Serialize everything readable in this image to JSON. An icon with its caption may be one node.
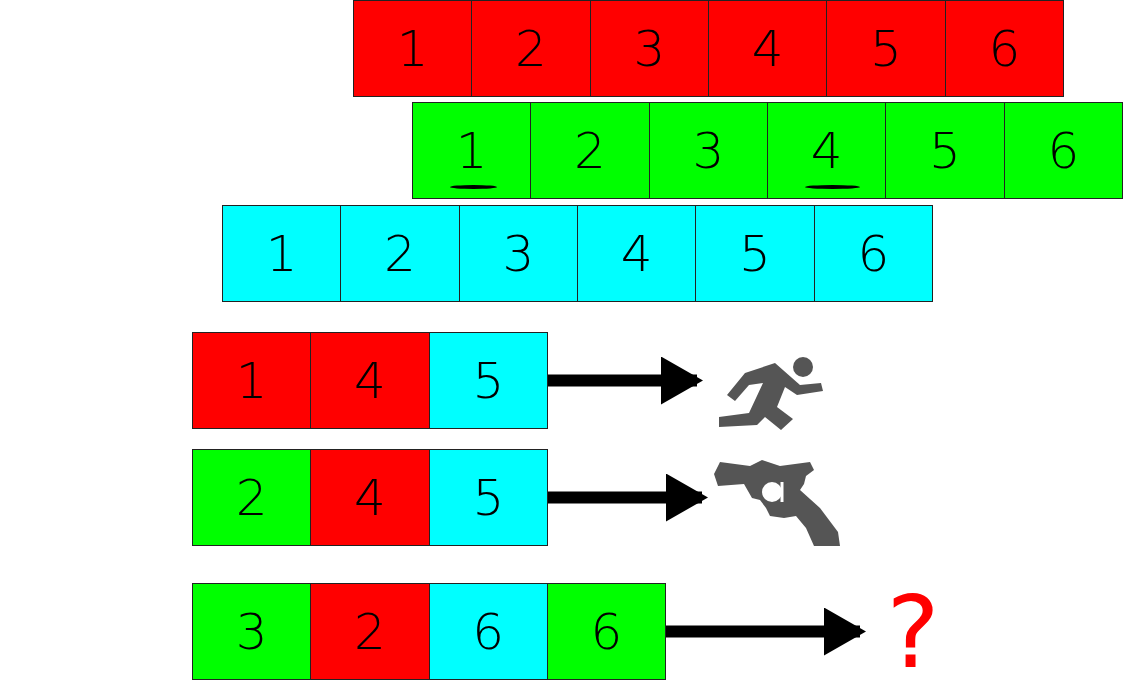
{
  "diagram": {
    "nodes": [
      {
        "text": [],
        "shape": "bar"
      },
      {
        "text": [
          "1"
        ],
        "in": 0
      },
      {
        "text": [
          "2"
        ],
        "in": 0
      },
      {
        "text": [
          "3"
        ],
        "in": 0
      },
      {
        "text": [
          "4"
        ],
        "in": 0
      },
      {
        "text": [
          "5"
        ],
        "in": 0
      },
      {
        "text": [
          "6"
        ],
        "in": 0
      },
      {
        "text": [],
        "shape": "bar"
      },
      {
        "text": [
          "1"
        ],
        "in": 7
      },
      {
        "text": [
          "2"
        ],
        "in": 7
      },
      {
        "text": [
          "3"
        ],
        "in": 7
      },
      {
        "text": [
          "4"
        ],
        "in": 7
      },
      {
        "text": [
          "5"
        ],
        "in": 7
      },
      {
        "text": [
          "6"
        ],
        "in": 7
      },
      {
        "text": [],
        "shape": "bar"
      },
      {
        "text": [
          "1"
        ],
        "in": 14
      },
      {
        "text": [
          "2"
        ],
        "in": 14
      },
      {
        "text": [
          "3"
        ],
        "in": 14
      },
      {
        "text": [
          "4"
        ],
        "in": 14
      },
      {
        "text": [
          "5"
        ],
        "in": 14
      },
      {
        "text": [
          "6"
        ],
        "in": 14
      },
      {
        "text": [],
        "shape": "bar"
      },
      {
        "text": [
          "1"
        ],
        "in": 21
      },
      {
        "text": [
          "4"
        ],
        "in": 21
      },
      {
        "text": [
          "5"
        ],
        "in": 21
      },
      {
        "text": [],
        "shape": "picture"
      },
      {
        "text": [],
        "shape": "bar"
      },
      {
        "text": [
          "2"
        ],
        "in": 26
      },
      {
        "text": [
          "4"
        ],
        "in": 26
      },
      {
        "text": [
          "5"
        ],
        "in": 26
      },
      {
        "text": [],
        "shape": "picture"
      },
      {
        "text": [],
        "shape": "bar"
      },
      {
        "text": [
          "3"
        ],
        "in": 31
      },
      {
        "text": [
          "2"
        ],
        "in": 31
      },
      {
        "text": [
          "6"
        ],
        "in": 31
      },
      {
        "text": [
          "6"
        ],
        "in": 31
      },
      {
        "text": [
          "?"
        ]
      }
    ],
    "edges": [
      {
        "from": 21,
        "to": 25,
        "arrow": "to"
      },
      {
        "from": 26,
        "to": 30,
        "arrow": "to"
      },
      {
        "from": 31,
        "to": 36,
        "arrow": "to"
      }
    ]
  }
}
